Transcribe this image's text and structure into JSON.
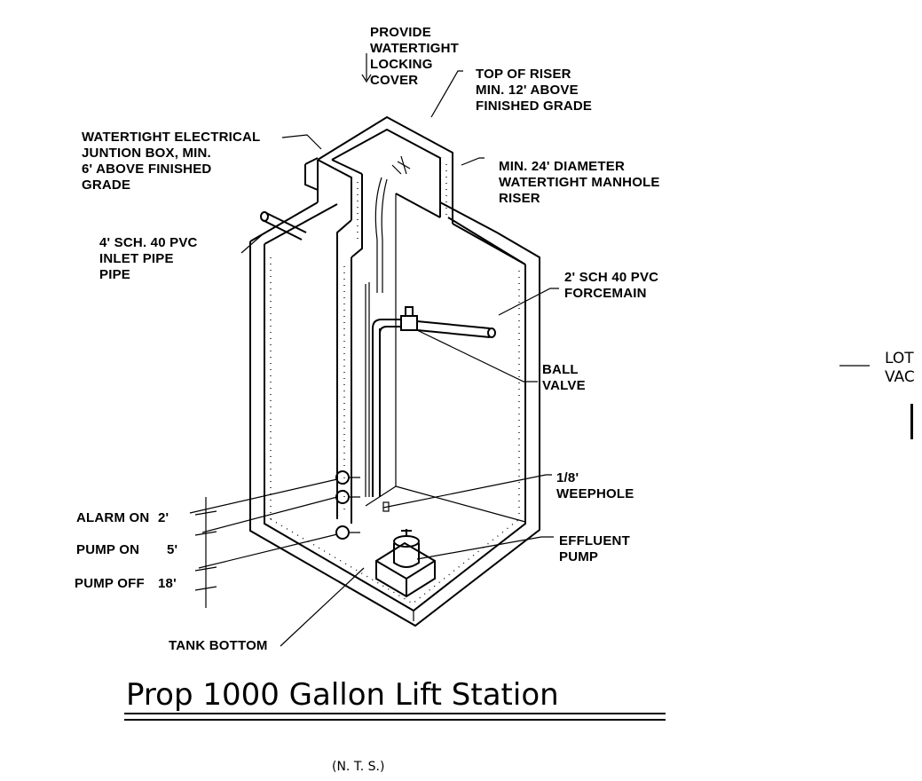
{
  "labels": {
    "cover": [
      "PROVIDE",
      "WATERTIGHT",
      "LOCKING",
      "COVER"
    ],
    "riser_top": [
      "TOP OF RISER",
      "MIN. 12' ABOVE",
      "FINISHED GRADE"
    ],
    "junction": [
      "WATERTIGHT ELECTRICAL",
      "JUNTION BOX, MIN.",
      "6' ABOVE FINISHED",
      "GRADE"
    ],
    "manhole": [
      "MIN. 24' DIAMETER",
      "WATERTIGHT MANHOLE",
      "RISER"
    ],
    "inlet": [
      "4' SCH. 40 PVC",
      "INLET PIPE",
      "PIPE"
    ],
    "forcemain": [
      "2' SCH 40 PVC",
      "FORCEMAIN"
    ],
    "ball_valve": [
      "BALL",
      "VALVE"
    ],
    "weephole": [
      "1/8'",
      "WEEPHOLE"
    ],
    "pump": [
      "EFFLUENT",
      "PUMP"
    ],
    "alarm_on": "ALARM ON",
    "alarm_on_val": "2'",
    "pump_on": "PUMP ON",
    "pump_on_val": "5'",
    "pump_off": "PUMP OFF",
    "pump_off_val": "18'",
    "tank_bottom": "TANK BOTTOM"
  },
  "title": "Prop 1000 Gallon Lift Station",
  "subtitle": "(N. T. S.)",
  "side_note": [
    "LOT",
    "VAC"
  ]
}
